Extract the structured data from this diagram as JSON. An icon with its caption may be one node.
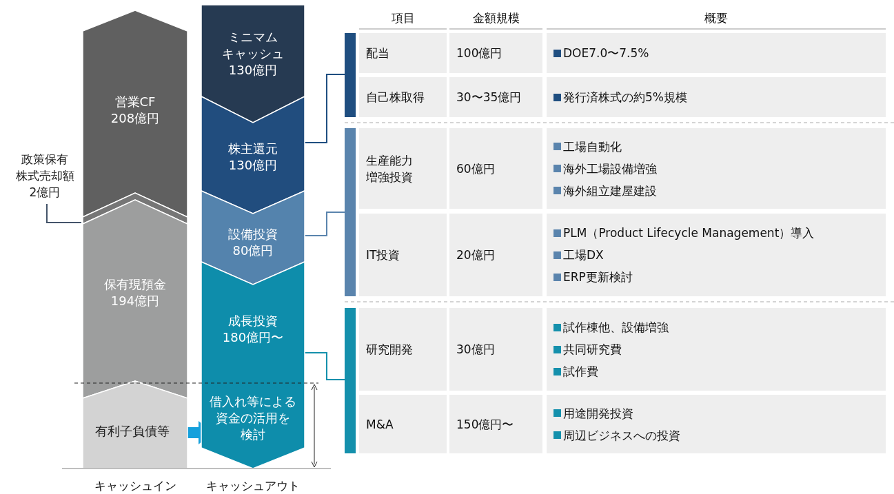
{
  "diagram": {
    "nodes": [
      {
        "text": [
          "営業CF208億円"
        ]
      },
      {
        "text": [],
        "shape": "bar"
      },
      {
        "text": [
          "政策保有株式売却額2億円"
        ]
      },
      {
        "text": [
          "保有現預金194億円"
        ]
      },
      {
        "text": [
          "有利子負債等"
        ]
      },
      {
        "text": [
          "ミニマムキャッシュ130億円"
        ]
      },
      {
        "text": [
          "株主還元130億円"
        ]
      },
      {
        "text": [
          "設備投資80億円"
        ]
      },
      {
        "text": [
          "成長投資180億円〜",
          "借入れ等による資金の活用を検討"
        ]
      },
      {
        "text": [],
        "shape": "bar"
      },
      {
        "text": [],
        "shape": "bar"
      },
      {
        "text": [],
        "shape": "bar"
      }
    ],
    "edges": [
      {
        "from": 2,
        "to": 1,
        "arrow": "none",
        "color": "#44546a"
      },
      {
        "from": 4,
        "to": 8,
        "arrow": "to",
        "style": "thick",
        "color": "#14a0dc"
      },
      {
        "from": 6,
        "to": 9,
        "arrow": "none",
        "color": "#1f4e80"
      },
      {
        "from": 7,
        "to": 10,
        "arrow": "none",
        "color": "#5a84ad"
      },
      {
        "from": 8,
        "to": 11,
        "arrow": "none",
        "color": "#1490ac"
      }
    ],
    "labels": [
      "項目",
      "金額規模",
      "概要",
      "配当",
      "100億円",
      "DOE7.0〜7.5%",
      "自己株取得",
      "30〜35億円",
      "発行済株式の約5%規模",
      "生産能力増強投資",
      "60億円",
      "工場自動化",
      "海外工場設備増強",
      "海外組立建屋建設",
      "IT投資",
      "20億円",
      "PLM（Product Lifecycle Management）導入",
      "工場DX",
      "ERP更新検討",
      "研究開発",
      "30億円",
      "試作棟他、設備増強",
      "共同研究費",
      "試作費",
      "M&A",
      "150億円〜",
      "用途開発投資",
      "周辺ビジネスへの投資",
      "キャッシュイン",
      "キャッシュアウト"
    ]
  }
}
